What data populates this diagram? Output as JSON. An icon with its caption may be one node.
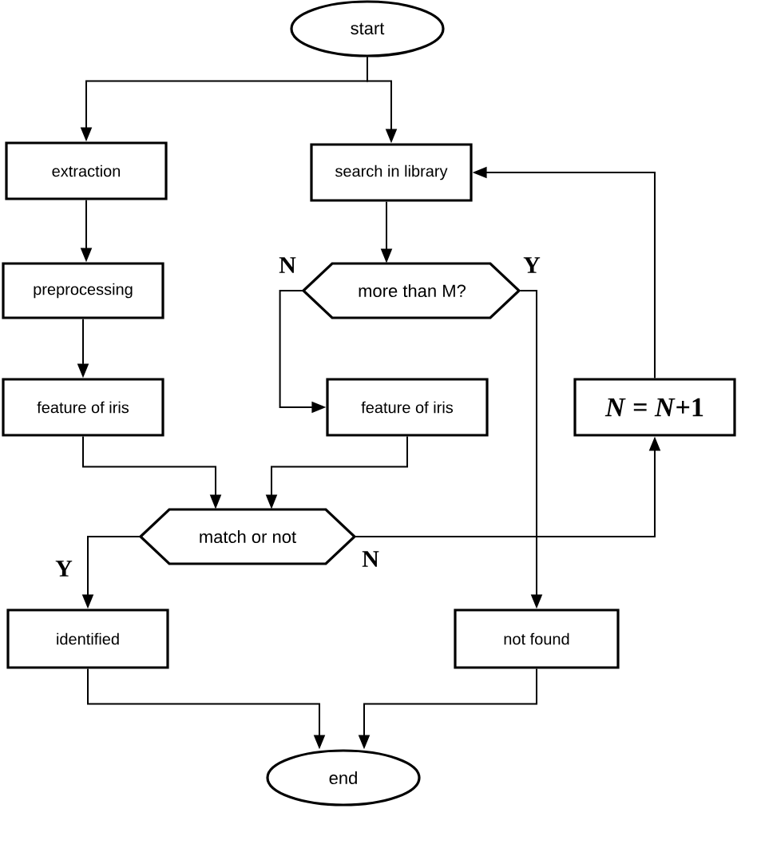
{
  "diagram": {
    "nodes": [
      {
        "text": [
          "start"
        ]
      },
      {
        "text": [
          "extraction"
        ]
      },
      {
        "text": [
          "search in library"
        ]
      },
      {
        "text": [
          "preprocessing"
        ]
      },
      {
        "text": [
          "more than M?"
        ]
      },
      {
        "text": [
          "feature of iris"
        ]
      },
      {
        "text": [
          "feature of iris"
        ]
      },
      {
        "text": [
          "*N* = *N*+1"
        ]
      },
      {
        "text": [
          "match or not"
        ]
      },
      {
        "text": [
          "identified"
        ]
      },
      {
        "text": [
          "not found"
        ]
      },
      {
        "text": [
          "end"
        ]
      }
    ],
    "edges": [
      {
        "from": 0,
        "to": 1,
        "arrow": "to"
      },
      {
        "from": 0,
        "to": 2,
        "arrow": "to"
      },
      {
        "from": 1,
        "to": 3,
        "arrow": "to"
      },
      {
        "from": 3,
        "to": 5,
        "arrow": "to"
      },
      {
        "from": 2,
        "to": 4,
        "arrow": "to"
      },
      {
        "from": 4,
        "to": 6,
        "arrow": "to",
        "label": "N"
      },
      {
        "from": 4,
        "to": 10,
        "arrow": "to",
        "label": "Y"
      },
      {
        "from": 5,
        "to": 8,
        "arrow": "to"
      },
      {
        "from": 6,
        "to": 8,
        "arrow": "to"
      },
      {
        "from": 8,
        "to": 9,
        "arrow": "to",
        "label": "Y"
      },
      {
        "from": 8,
        "to": 7,
        "arrow": "to",
        "label": "N"
      },
      {
        "from": 7,
        "to": 2,
        "arrow": "to"
      },
      {
        "from": 9,
        "to": 11,
        "arrow": "to"
      },
      {
        "from": 10,
        "to": 11,
        "arrow": "to"
      }
    ]
  }
}
